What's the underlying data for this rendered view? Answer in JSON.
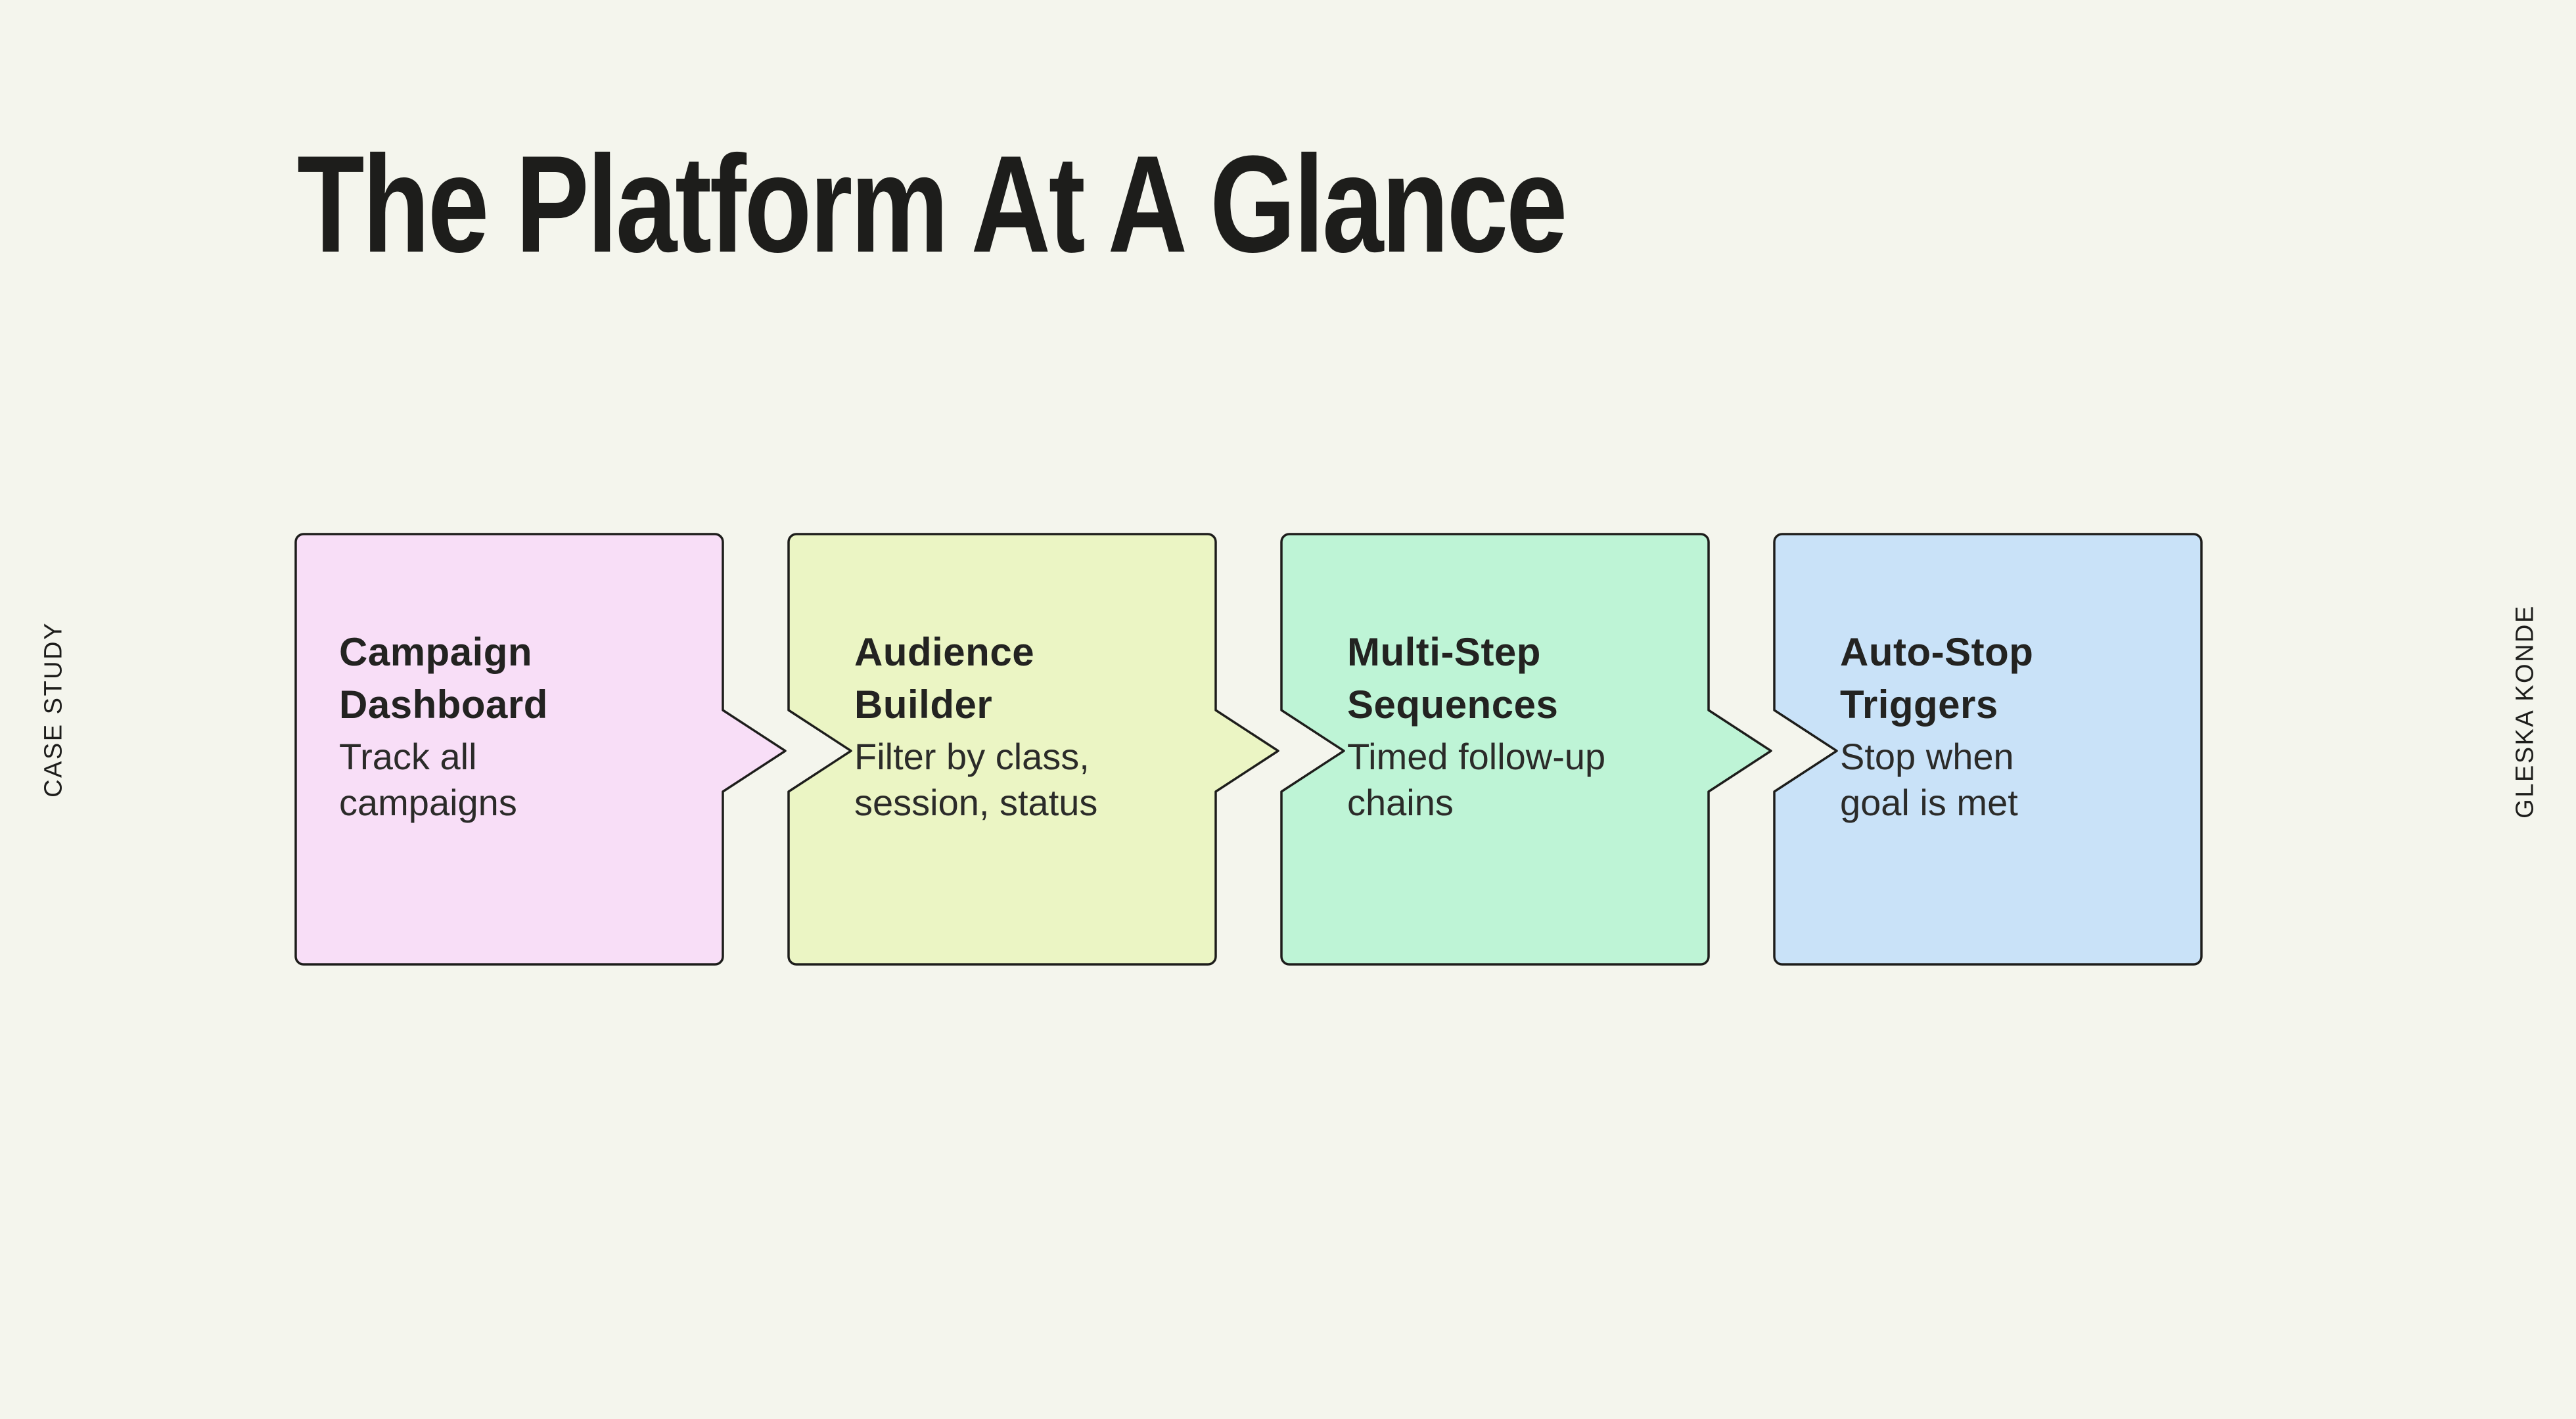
{
  "page": {
    "title": "The Platform At A Glance",
    "left_edge_label": "CASE STUDY",
    "right_edge_label": "GLESKA KONDE",
    "background_color": "#F4F5ED"
  },
  "colors": {
    "border": "#1D1D1B",
    "headline_text": "#1D1D1B",
    "card_text": "#232321"
  },
  "steps": [
    {
      "title": "Campaign Dashboard",
      "title_lines": [
        "Campaign",
        "Dashboard"
      ],
      "description": "Track all campaigns",
      "desc_lines": [
        "Track all",
        "campaigns"
      ],
      "color": "#F8DEF7"
    },
    {
      "title": "Audience Builder",
      "title_lines": [
        "Audience",
        "Builder"
      ],
      "description": "Filter by class, session, status",
      "desc_lines": [
        "Filter by class,",
        "session, status"
      ],
      "color": "#EBF5C4"
    },
    {
      "title": "Multi-Step Sequences",
      "title_lines": [
        "Multi-Step",
        "Sequences"
      ],
      "description": "Timed follow-up chains",
      "desc_lines": [
        "Timed follow-up",
        "chains"
      ],
      "color": "#BEF4D6"
    },
    {
      "title": "Auto-Stop Triggers",
      "title_lines": [
        "Auto-Stop",
        "Triggers"
      ],
      "description": "Stop when goal is met",
      "desc_lines": [
        "Stop when",
        "goal is met"
      ],
      "color": "#C9E2F8"
    }
  ]
}
